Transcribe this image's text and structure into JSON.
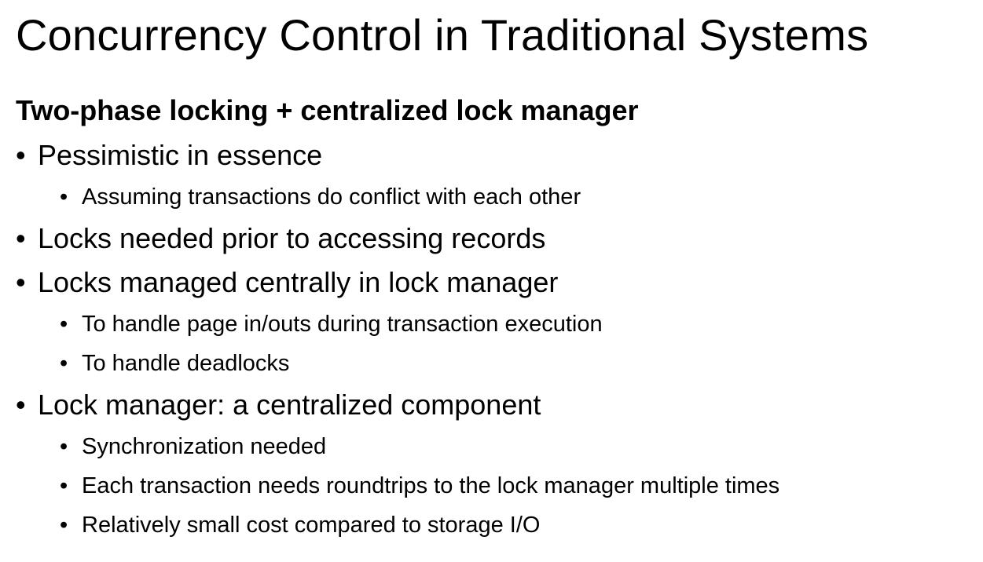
{
  "slide": {
    "title": "Concurrency Control in Traditional Systems",
    "subheading": "Two-phase locking + centralized lock manager",
    "bullet_glyph": "•",
    "items": [
      {
        "level": 1,
        "text": "Pessimistic in essence"
      },
      {
        "level": 2,
        "text": "Assuming transactions do conflict with each other"
      },
      {
        "level": 1,
        "text": "Locks needed prior to accessing records"
      },
      {
        "level": 1,
        "text": "Locks managed centrally in lock manager"
      },
      {
        "level": 2,
        "text": "To handle page in/outs during transaction execution"
      },
      {
        "level": 2,
        "text": "To handle deadlocks"
      },
      {
        "level": 1,
        "text": "Lock manager: a centralized component"
      },
      {
        "level": 2,
        "text": "Synchronization needed"
      },
      {
        "level": 2,
        "text": "Each transaction needs roundtrips to the lock manager multiple times"
      },
      {
        "level": 2,
        "text": "Relatively small cost compared to storage I/O"
      }
    ]
  }
}
